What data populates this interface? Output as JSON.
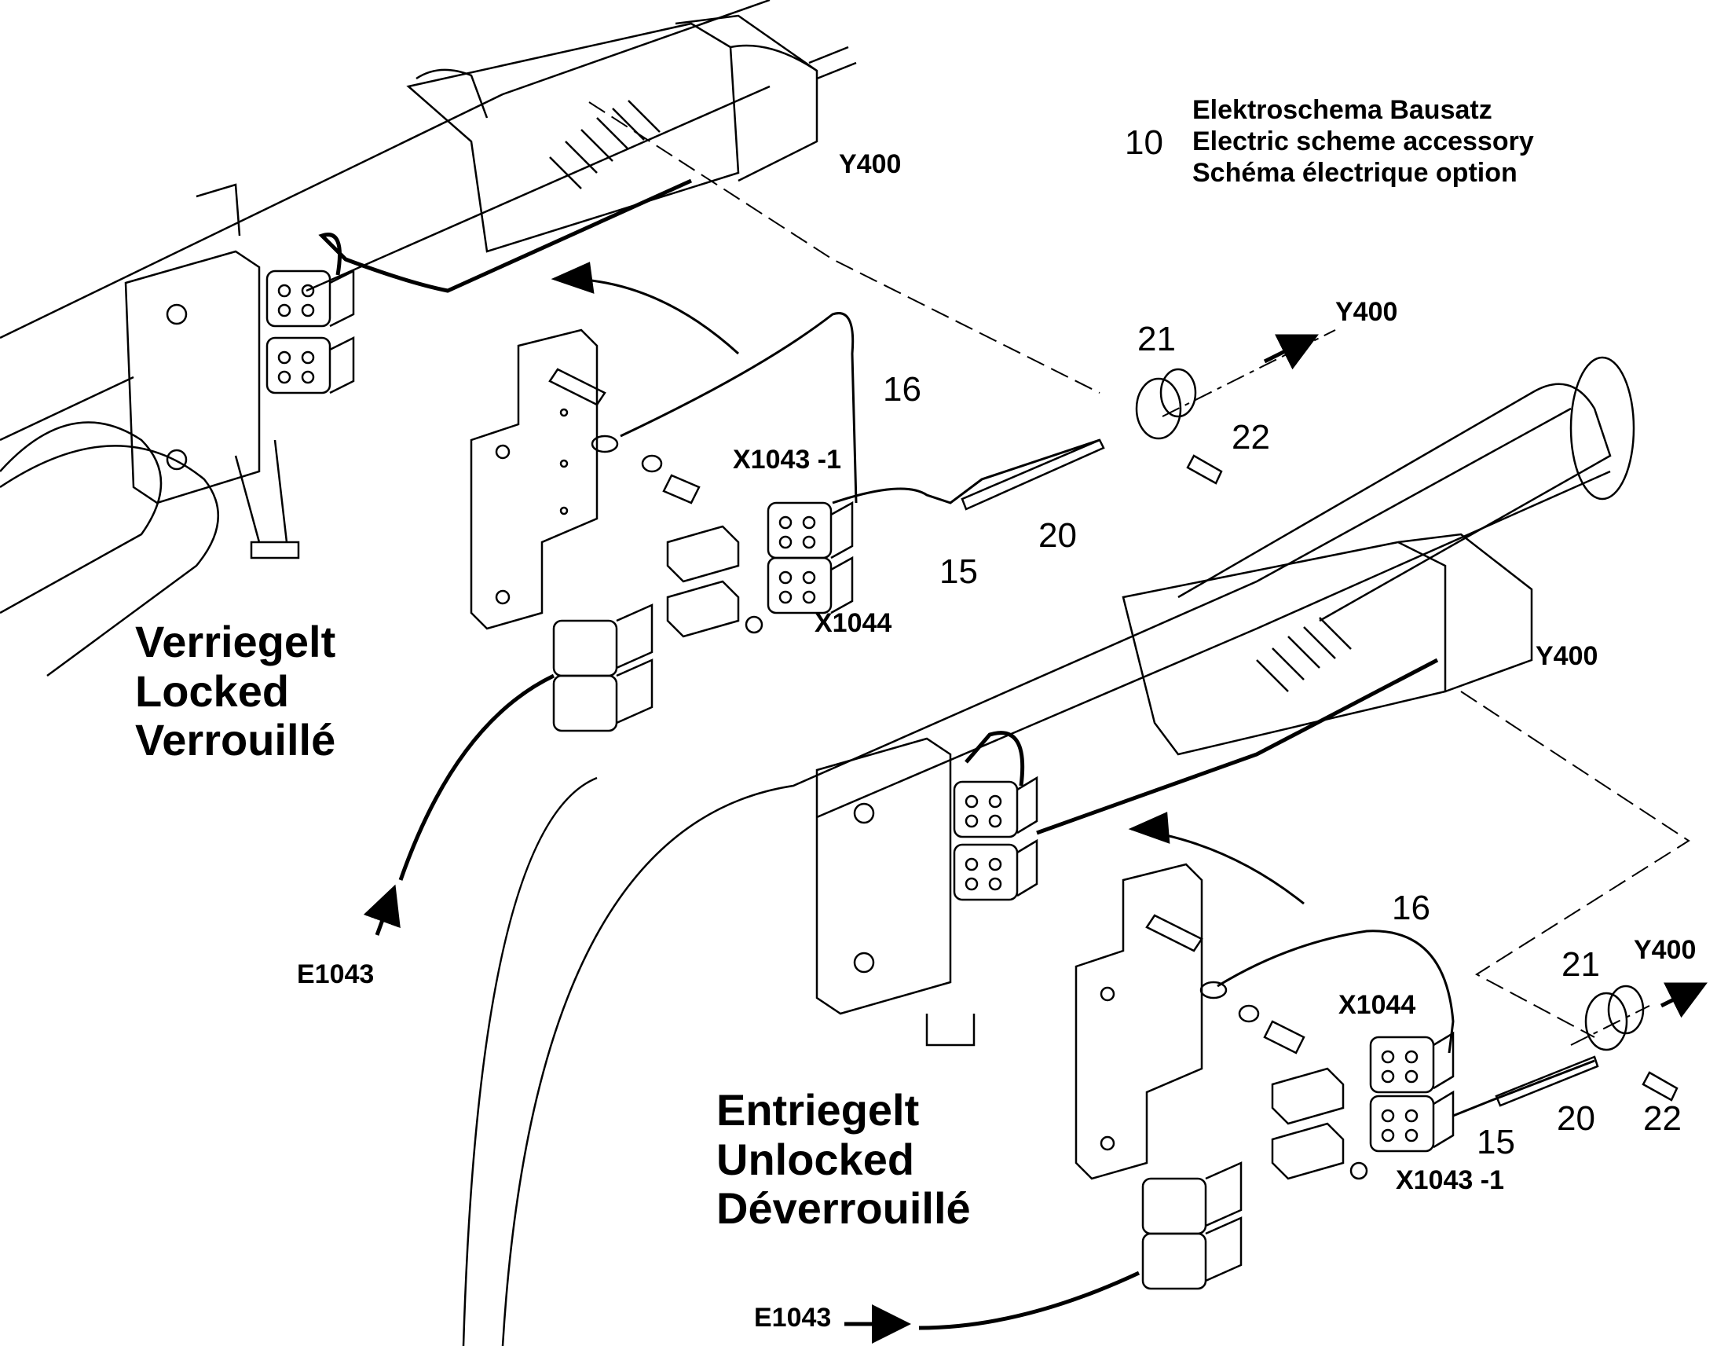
{
  "header": {
    "sheet_number": "10",
    "lines": [
      "Elektroschema Bausatz",
      "Electric scheme accessory",
      "Schéma électrique option"
    ]
  },
  "locked_view": {
    "state_lines": [
      "Verriegelt",
      "Locked",
      "Verrouillé"
    ],
    "callouts": {
      "cable": "16",
      "connector_x1043": "X1043 -1",
      "connector_x1044": "X1044",
      "splice": "15",
      "sleeve": "20",
      "grommet": "21",
      "screw": "22",
      "valve_top": "Y400",
      "valve_arrow": "Y400",
      "harness": "E1043"
    }
  },
  "unlocked_view": {
    "state_lines": [
      "Entriegelt",
      "Unlocked",
      "Déverrouillé"
    ],
    "callouts": {
      "cable": "16",
      "connector_x1044": "X1044",
      "connector_x1043": "X1043 -1",
      "splice": "15",
      "sleeve": "20",
      "grommet": "21",
      "screw": "22",
      "valve_top": "Y400",
      "valve_arrow": "Y400",
      "harness": "E1043"
    }
  },
  "colors": {
    "line": "#000000",
    "background": "#ffffff"
  }
}
